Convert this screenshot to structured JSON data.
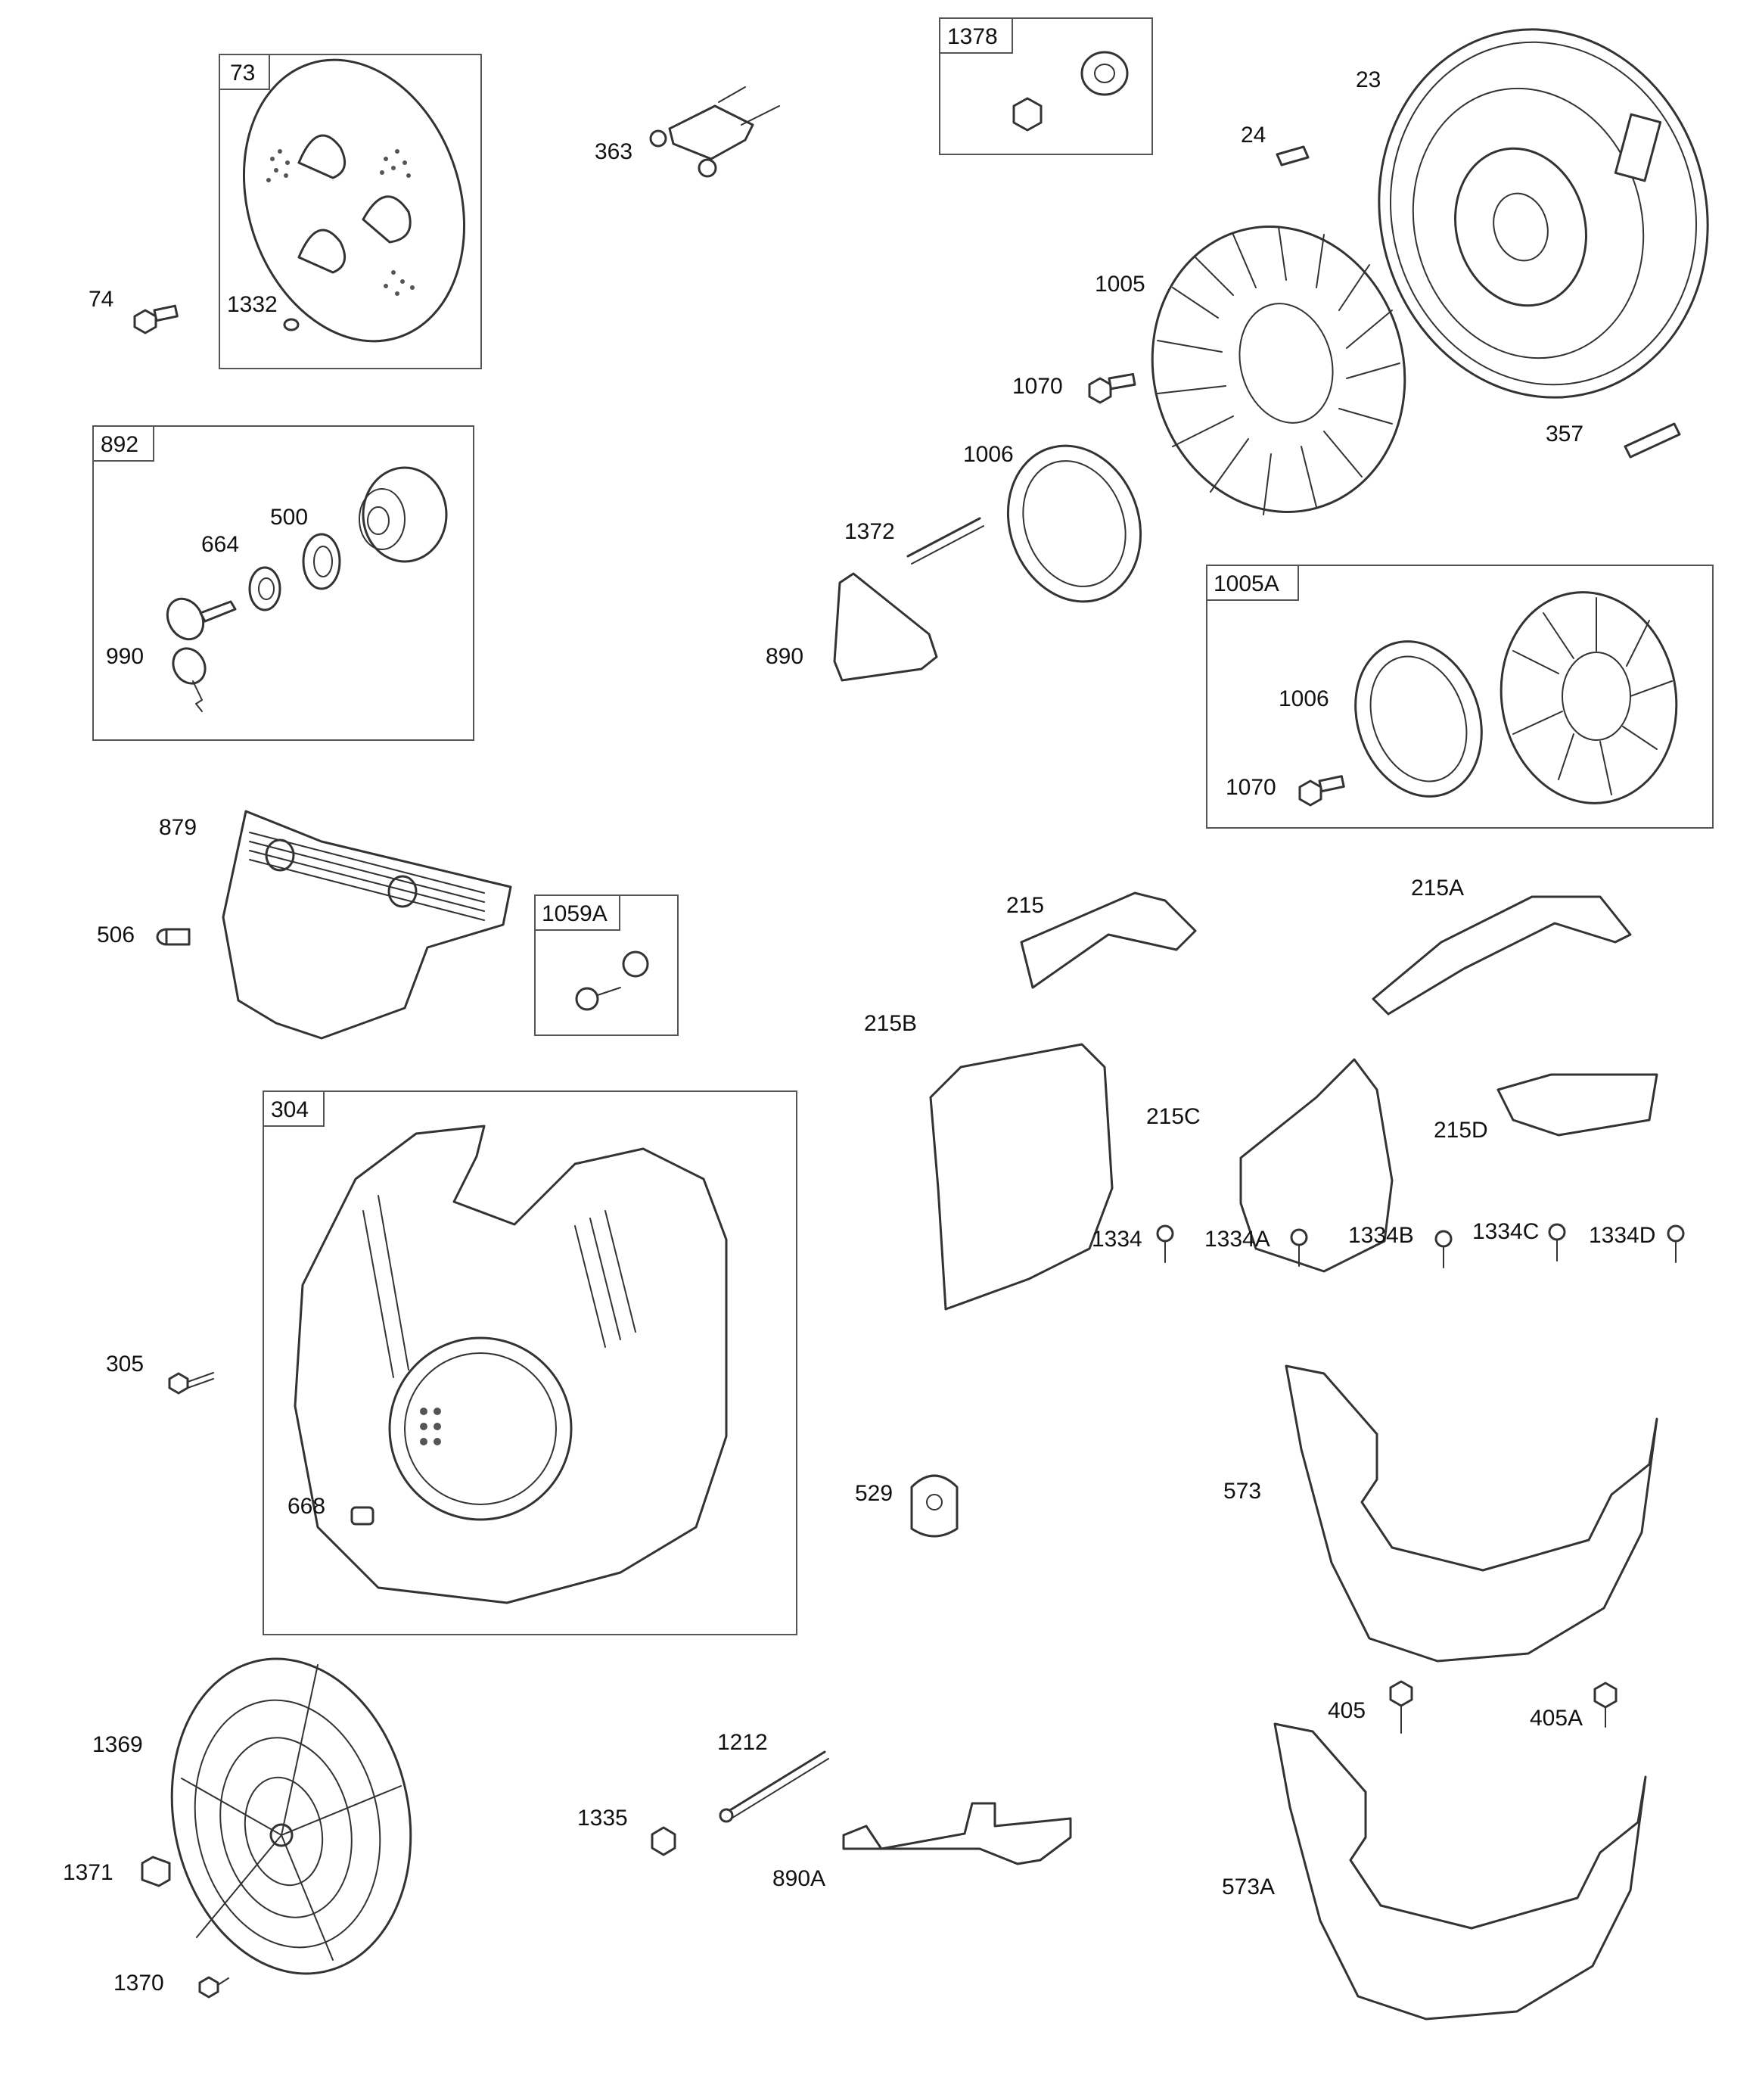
{
  "boxes": {
    "b73": "73",
    "b892": "892",
    "b1059A": "1059A",
    "b304": "304",
    "b1378": "1378",
    "b1005A": "1005A"
  },
  "labels": {
    "l74": "74",
    "l1332": "1332",
    "l363": "363",
    "l990": "990",
    "l664": "664",
    "l500": "500",
    "l879": "879",
    "l506": "506",
    "l305": "305",
    "l668": "668",
    "l1369": "1369",
    "l1371": "1371",
    "l1370": "1370",
    "l1335": "1335",
    "l1212": "1212",
    "l890A": "890A",
    "l529": "529",
    "l23": "23",
    "l24": "24",
    "l1005": "1005",
    "l1070": "1070",
    "l357": "357",
    "l1006": "1006",
    "l1372": "1372",
    "l890": "890",
    "l1006b": "1006",
    "l1070b": "1070",
    "l215": "215",
    "l215A": "215A",
    "l215B": "215B",
    "l215C": "215C",
    "l215D": "215D",
    "l1334": "1334",
    "l1334A": "1334A",
    "l1334B": "1334B",
    "l1334C": "1334C",
    "l1334D": "1334D",
    "l573": "573",
    "l405": "405",
    "l405A": "405A",
    "l573A": "573A"
  }
}
